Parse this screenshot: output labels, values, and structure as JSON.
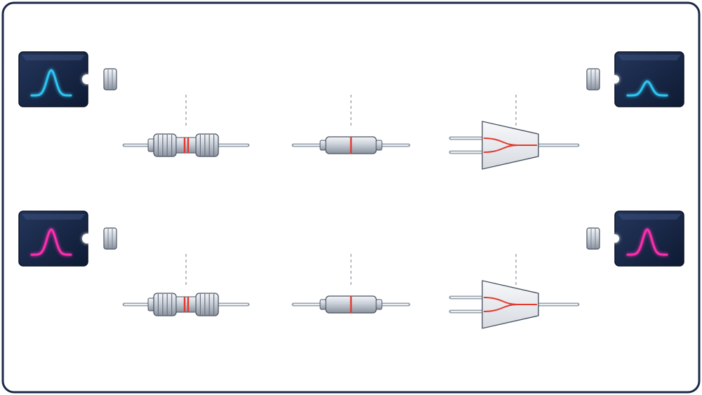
{
  "diagram": {
    "frame_color": "#1b2a4a",
    "links": [
      {
        "id": "blue-link",
        "color": "#2ec4f2",
        "glow": "#8ee6ff",
        "source_pulse": "strong",
        "receiver_pulse": "weak",
        "components": [
          "connector-pair",
          "splice-sleeve",
          "coupler"
        ]
      },
      {
        "id": "magenta-link",
        "color": "#ff2fb0",
        "glow": "#ff9ad8",
        "source_pulse": "strong",
        "receiver_pulse": "strong",
        "components": [
          "connector-pair",
          "splice-sleeve",
          "coupler"
        ]
      }
    ]
  }
}
